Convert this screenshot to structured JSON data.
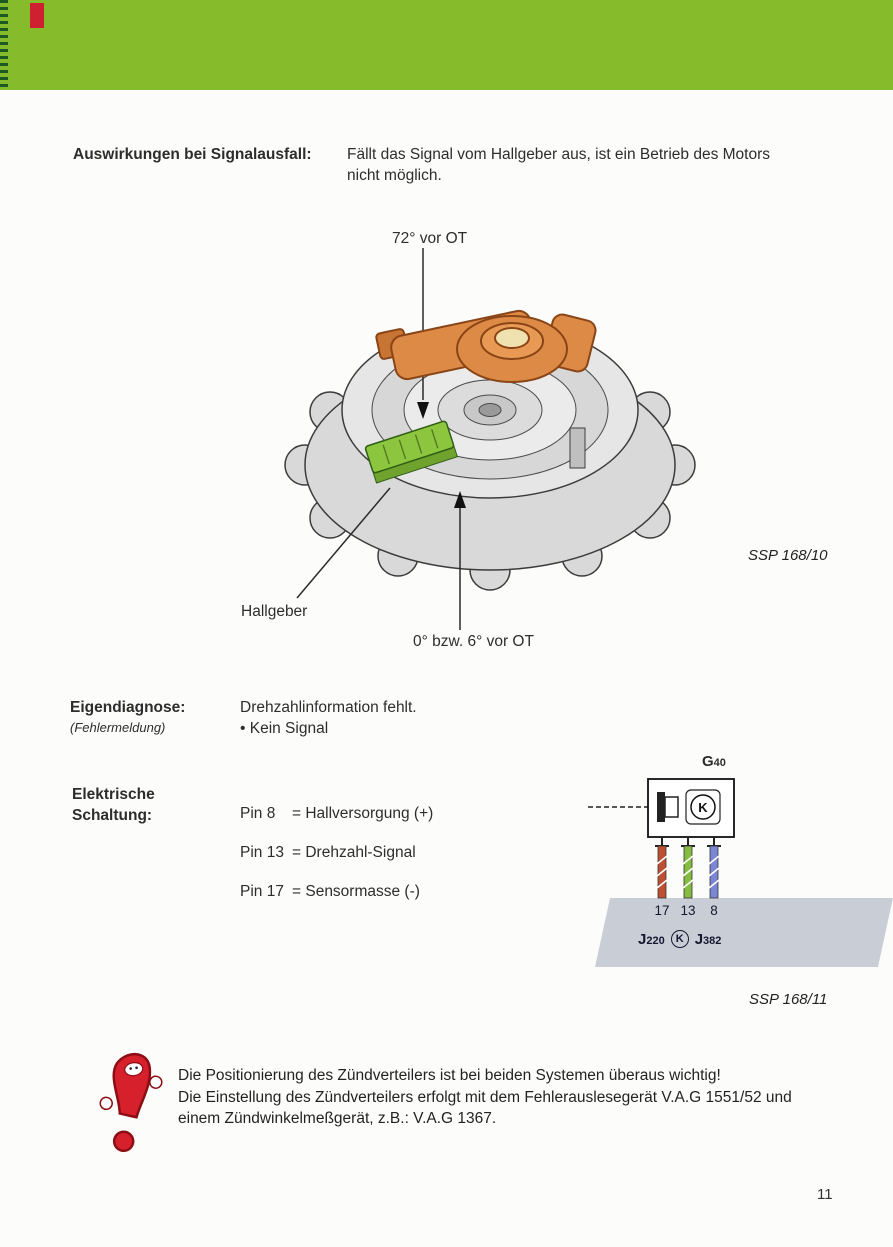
{
  "page_number": "11",
  "colors": {
    "header_green": "#86bb2b",
    "corner_red": "#ce2030",
    "rotor_orange": "#dd8a46",
    "rotor_orange_dark": "#c87434",
    "rotor_hub_light": "#e89a55",
    "rotor_cream": "#efe2b0",
    "sensor_green": "#8cc63f",
    "sensor_green_dark": "#6fa32e",
    "wire_pin17": "#bf4f33",
    "wire_pin13": "#84bb40",
    "wire_pin8": "#7b87d6",
    "band_gray": "#c9ced6",
    "mascot_red": "#d6202b"
  },
  "signalausfall": {
    "label": "Auswirkungen bei Signalausfall:",
    "line1": "Fällt das Signal vom Hallgeber aus, ist ein Betrieb des Motors",
    "line2": "nicht möglich."
  },
  "diagram": {
    "label_72": "72° vor OT",
    "label_hallgeber": "Hallgeber",
    "label_0": "0° bzw. 6° vor OT",
    "caption": "SSP 168/10"
  },
  "eigendiagnose": {
    "label": "Eigendiagnose:",
    "sublabel": "(Fehlermeldung)",
    "line1": "Drehzahlinformation fehlt.",
    "line2": "• Kein Signal"
  },
  "schaltung": {
    "label1": "Elektrische",
    "label2": "Schaltung:",
    "pins": [
      {
        "pin": "Pin 8",
        "desc": "= Hallversorgung (+)"
      },
      {
        "pin": "Pin 13",
        "desc": "= Drehzahl-Signal"
      },
      {
        "pin": "Pin 17",
        "desc": "= Sensormasse (-)"
      }
    ]
  },
  "circuit": {
    "component": "G",
    "component_num": "40",
    "k_symbol": "K",
    "pin_numbers": [
      "17",
      "13",
      "8"
    ],
    "conn_left": "J",
    "conn_left_num": "220",
    "conn_k": "K",
    "conn_right": "J",
    "conn_right_num": "382",
    "caption": "SSP 168/11"
  },
  "note": {
    "line1": "Die Positionierung des Zündverteilers ist bei beiden Systemen überaus wichtig!",
    "line2": "Die Einstellung des Zündverteilers erfolgt mit dem Fehlerauslesegerät V.A.G 1551/52 und",
    "line3": "einem Zündwinkelmeßgerät, z.B.: V.A.G 1367."
  }
}
